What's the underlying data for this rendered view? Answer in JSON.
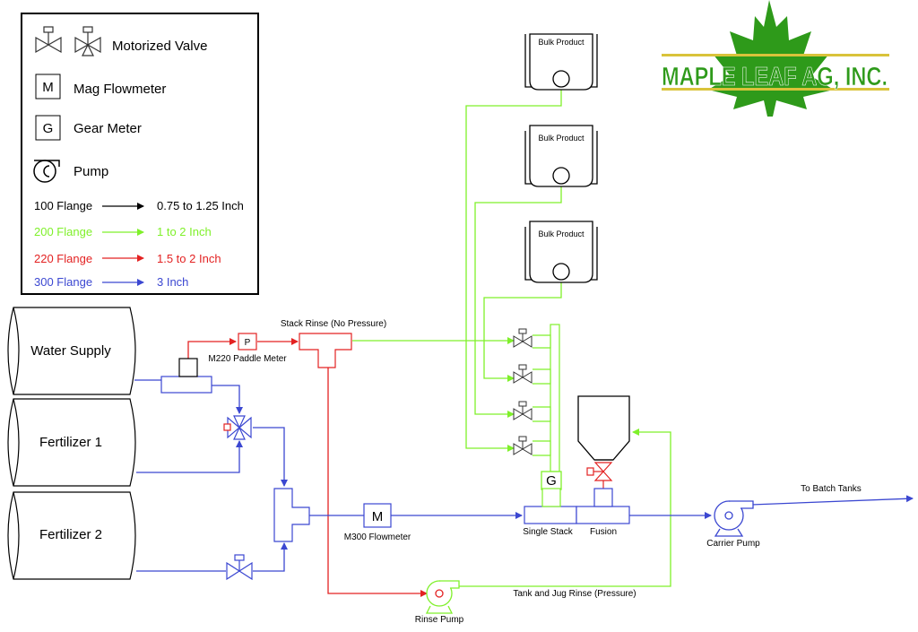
{
  "legend": {
    "motorized_valve": "Motorized Valve",
    "mag_flowmeter": "Mag Flowmeter",
    "mag_symbol": "M",
    "gear_meter": "Gear Meter",
    "gear_symbol": "G",
    "pump": "Pump",
    "flanges": [
      {
        "name": "100 Flange",
        "size": "0.75 to 1.25 Inch",
        "color": "#000000"
      },
      {
        "name": "200 Flange",
        "size": "1 to 2 Inch",
        "color": "#7ff02a"
      },
      {
        "name": "220 Flange",
        "size": "1.5 to 2 Inch",
        "color": "#e32222"
      },
      {
        "name": "300 Flange",
        "size": "3 Inch",
        "color": "#3b47d1"
      }
    ]
  },
  "logo": {
    "text": "MAPLE LEAF AG, INC.",
    "color": "#2e9a1a",
    "underline_color": "#d9c33a"
  },
  "tanks": {
    "water_supply": "Water Supply",
    "fertilizer_1": "Fertilizer 1",
    "fertilizer_2": "Fertilizer 2"
  },
  "bulk_products": [
    "Bulk Product",
    "Bulk Product",
    "Bulk Product"
  ],
  "labels": {
    "stack_rinse": "Stack Rinse (No Pressure)",
    "paddle_meter": "M220 Paddle Meter",
    "paddle_symbol": "P",
    "m300_symbol": "M",
    "m300": "M300 Flowmeter",
    "gear_symbol": "G",
    "single_stack": "Single Stack",
    "fusion": "Fusion",
    "carrier_pump": "Carrier Pump",
    "to_batch_tanks": "To Batch Tanks",
    "rinse_pump": "Rinse Pump",
    "tank_jug_rinse": "Tank and Jug Rinse (Pressure)"
  }
}
